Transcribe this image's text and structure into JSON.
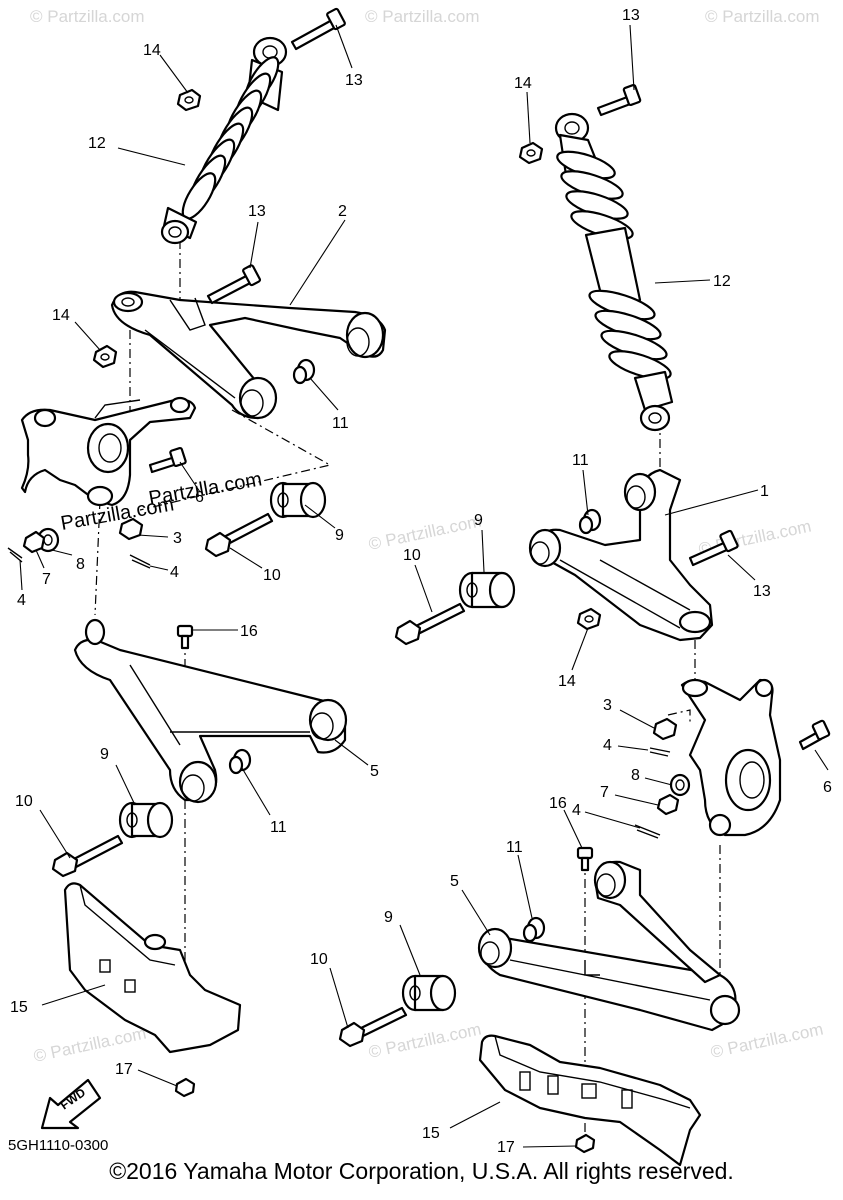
{
  "watermark": "© Partzilla.com",
  "inline_watermark": "Partzilla.com",
  "diagram_code": "5GH1110-0300",
  "fwd_label": "FWD",
  "copyright": "©2016 Yamaha Motor Corporation, U.S.A. All rights reserved.",
  "callouts": {
    "c1": "1",
    "c2": "2",
    "c3a": "3",
    "c3b": "3",
    "c4a": "4",
    "c4b": "4",
    "c4c": "4",
    "c4d": "4",
    "c5a": "5",
    "c5b": "5",
    "c6a": "6",
    "c6b": "6",
    "c7a": "7",
    "c7b": "7",
    "c8a": "8",
    "c8b": "8",
    "c9a": "9",
    "c9b": "9",
    "c9c": "9",
    "c9d": "9",
    "c10a": "10",
    "c10b": "10",
    "c10c": "10",
    "c10d": "10",
    "c11a": "11",
    "c11b": "11",
    "c11c": "11",
    "c11d": "11",
    "c12a": "12",
    "c12b": "12",
    "c13a": "13",
    "c13b": "13",
    "c13c": "13",
    "c13d": "13",
    "c14a": "14",
    "c14b": "14",
    "c14c": "14",
    "c14d": "14",
    "c15a": "15",
    "c15b": "15",
    "c16a": "16",
    "c16b": "16",
    "c17a": "17",
    "c17b": "17"
  },
  "colors": {
    "line": "#000000",
    "watermark": "#d6d6d6",
    "background": "#ffffff"
  }
}
